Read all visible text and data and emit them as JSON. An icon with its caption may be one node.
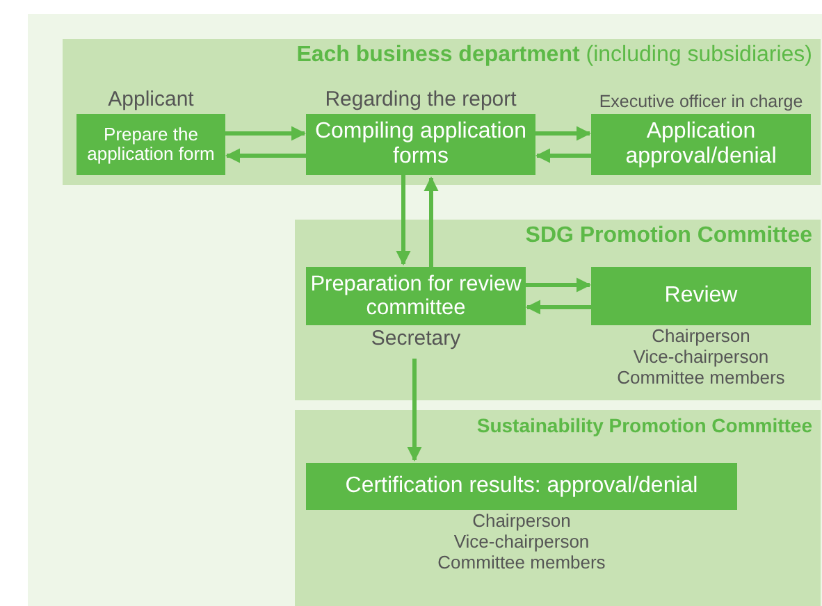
{
  "diagram": {
    "nodes": [
      {
        "text": [
          "**Each business department** (including subsidiaries)"
        ]
      },
      {
        "text": [
          "Prepare the application form"
        ],
        "in": 0,
        "beside": [
          "Applicant"
        ]
      },
      {
        "text": [
          "Compiling application forms"
        ],
        "in": 0,
        "beside": [
          "Regarding the report"
        ]
      },
      {
        "text": [
          "Application approval/denial"
        ],
        "in": 0,
        "beside": [
          "Executive officer in charge"
        ]
      },
      {
        "text": [
          "SDG Promotion Committee"
        ]
      },
      {
        "text": [
          "Preparation for review committee"
        ],
        "in": 4,
        "beside": [
          "Secretary"
        ]
      },
      {
        "text": [
          "Review"
        ],
        "in": 4,
        "beside": [
          "Chairperson",
          "Vice-chairperson",
          "Committee members"
        ]
      },
      {
        "text": [
          "Sustainability Promotion Committee"
        ]
      },
      {
        "text": [
          "Certification results: approval/denial"
        ],
        "in": 7,
        "beside": [
          "Chairperson",
          "Vice-chairperson",
          "Committee members"
        ]
      }
    ],
    "edges": [
      {
        "from": 1,
        "to": 2,
        "arrow": "to"
      },
      {
        "from": 2,
        "to": 1,
        "arrow": "to"
      },
      {
        "from": 2,
        "to": 3,
        "arrow": "to"
      },
      {
        "from": 3,
        "to": 2,
        "arrow": "to"
      },
      {
        "from": 2,
        "to": 5,
        "arrow": "to"
      },
      {
        "from": 5,
        "to": 2,
        "arrow": "to"
      },
      {
        "from": 5,
        "to": 6,
        "arrow": "to"
      },
      {
        "from": 6,
        "to": 5,
        "arrow": "to"
      },
      {
        "from": 5,
        "to": 8,
        "arrow": "to"
      }
    ]
  }
}
